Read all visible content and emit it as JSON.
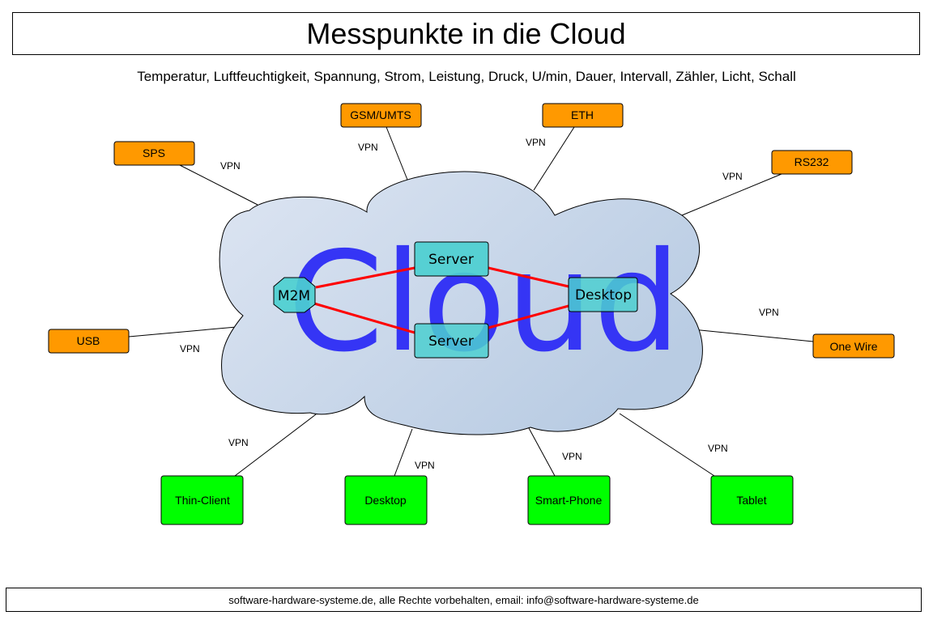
{
  "header": {
    "title": "Messpunkte in die Cloud",
    "subtitle": "Temperatur, Luftfeuchtigkeit, Spannung, Strom, Leistung, Druck, U/min, Dauer, Intervall, Zähler, Licht, Schall"
  },
  "cloud": {
    "label": "Cloud",
    "label_color": "#3535f5",
    "fill_start": "#dde5f2",
    "fill_end": "#b9cce3"
  },
  "inner_nodes": {
    "m2m": "M2M",
    "server_top": "Server",
    "server_bottom": "Server",
    "desktop": "Desktop",
    "fill": "#4ccfd0",
    "link_color": "#ff0000"
  },
  "sources": {
    "fill": "#ff9900",
    "items": [
      {
        "id": "sps",
        "label": "SPS",
        "link_label": "VPN"
      },
      {
        "id": "gsm",
        "label": "GSM/UMTS",
        "link_label": "VPN"
      },
      {
        "id": "eth",
        "label": "ETH",
        "link_label": "VPN"
      },
      {
        "id": "rs232",
        "label": "RS232",
        "link_label": "VPN"
      },
      {
        "id": "usb",
        "label": "USB",
        "link_label": "VPN"
      },
      {
        "id": "onewire",
        "label": "One Wire",
        "link_label": "VPN"
      }
    ]
  },
  "clients": {
    "fill": "#00ff00",
    "items": [
      {
        "id": "thin",
        "label": "Thin-Client",
        "link_label": "VPN"
      },
      {
        "id": "desktop",
        "label": "Desktop",
        "link_label": "VPN"
      },
      {
        "id": "phone",
        "label": "Smart-Phone",
        "link_label": "VPN"
      },
      {
        "id": "tablet",
        "label": "Tablet",
        "link_label": "VPN"
      }
    ]
  },
  "footer": {
    "text": "software-hardware-systeme.de, alle Rechte vorbehalten, email: info@software-hardware-systeme.de"
  }
}
